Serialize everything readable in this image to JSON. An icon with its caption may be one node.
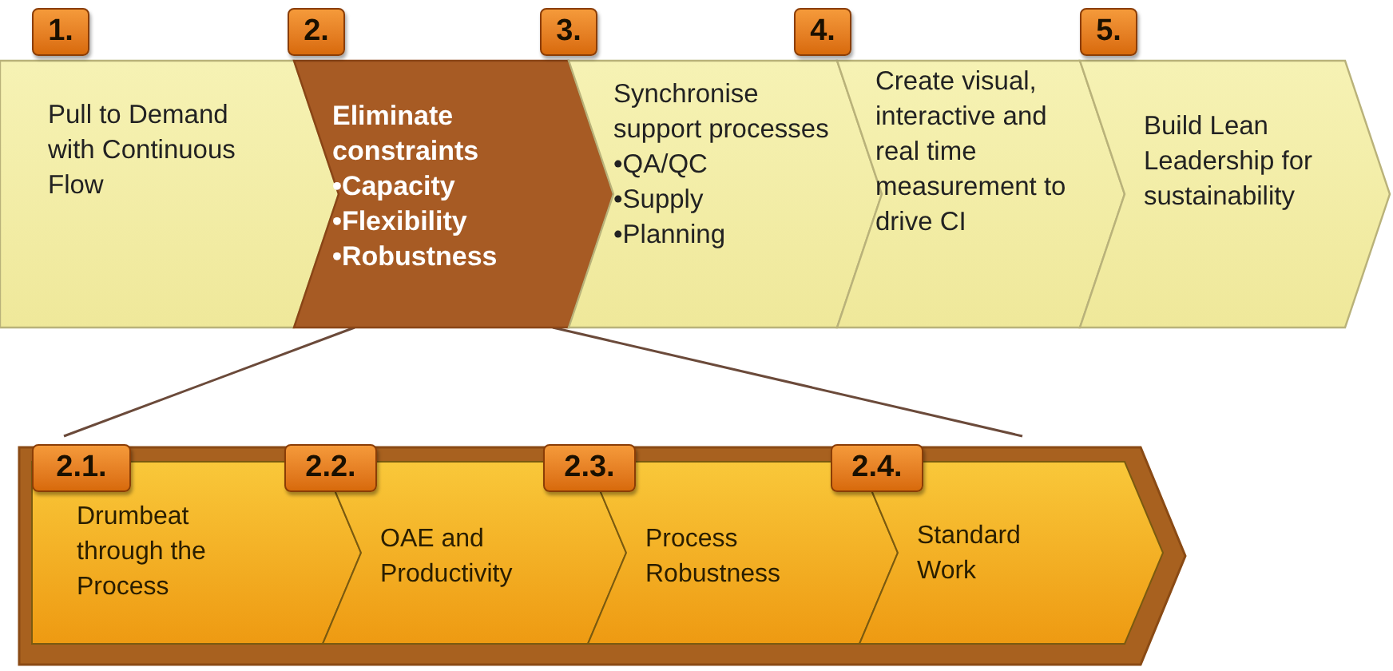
{
  "diagram": {
    "nodes": [
      {
        "text": [
          "1.",
          "Pull to Demand with Continuous Flow"
        ]
      },
      {
        "text": [
          "2.",
          "Eliminate constraints",
          "•Capacity",
          "•Flexibility",
          "•Robustness"
        ]
      },
      {
        "text": [
          "3.",
          "Synchronise support processes",
          "•QA/QC",
          "•Supply",
          "•Planning"
        ]
      },
      {
        "text": [
          "4.",
          "Create visual, interactive and real time measurement to drive CI"
        ]
      },
      {
        "text": [
          "5.",
          "Build Lean Leadership for sustainability"
        ]
      },
      {
        "text": [],
        "shape": "arrow"
      },
      {
        "text": [
          "2.1.",
          "Drumbeat through the Process"
        ],
        "in": 5
      },
      {
        "text": [
          "2.2.",
          "OAE and Productivity"
        ],
        "in": 5
      },
      {
        "text": [
          "2.3.",
          "Process Robustness"
        ],
        "in": 5
      },
      {
        "text": [
          "2.4.",
          "Standard Work"
        ],
        "in": 5
      }
    ],
    "edges": [
      {
        "from": 1,
        "to": 5,
        "arrow": "none"
      },
      {
        "from": 1,
        "to": 5,
        "arrow": "none"
      }
    ]
  }
}
